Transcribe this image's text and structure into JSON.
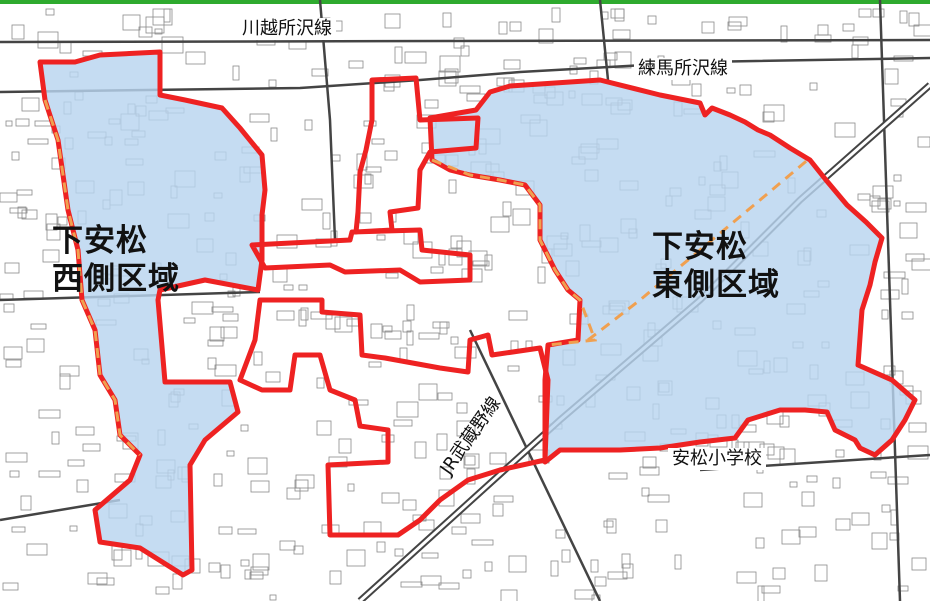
{
  "map": {
    "colors": {
      "top_bar": "#2eaa2e",
      "zone_fill": "#b8d4ef",
      "zone_border": "#ee2222",
      "dashed_border": "#f0a050",
      "road": "#444444",
      "building": "#8a8a8a"
    },
    "labels": {
      "road_kawagoe": "川越所沢線",
      "road_nerima": "練馬所沢線",
      "railway": "JR武蔵野線",
      "school": "安松小学校",
      "west_zone_line1": "下安松",
      "west_zone_line2": "西側区域",
      "east_zone_line1": "下安松",
      "east_zone_line2": "東側区域"
    }
  }
}
